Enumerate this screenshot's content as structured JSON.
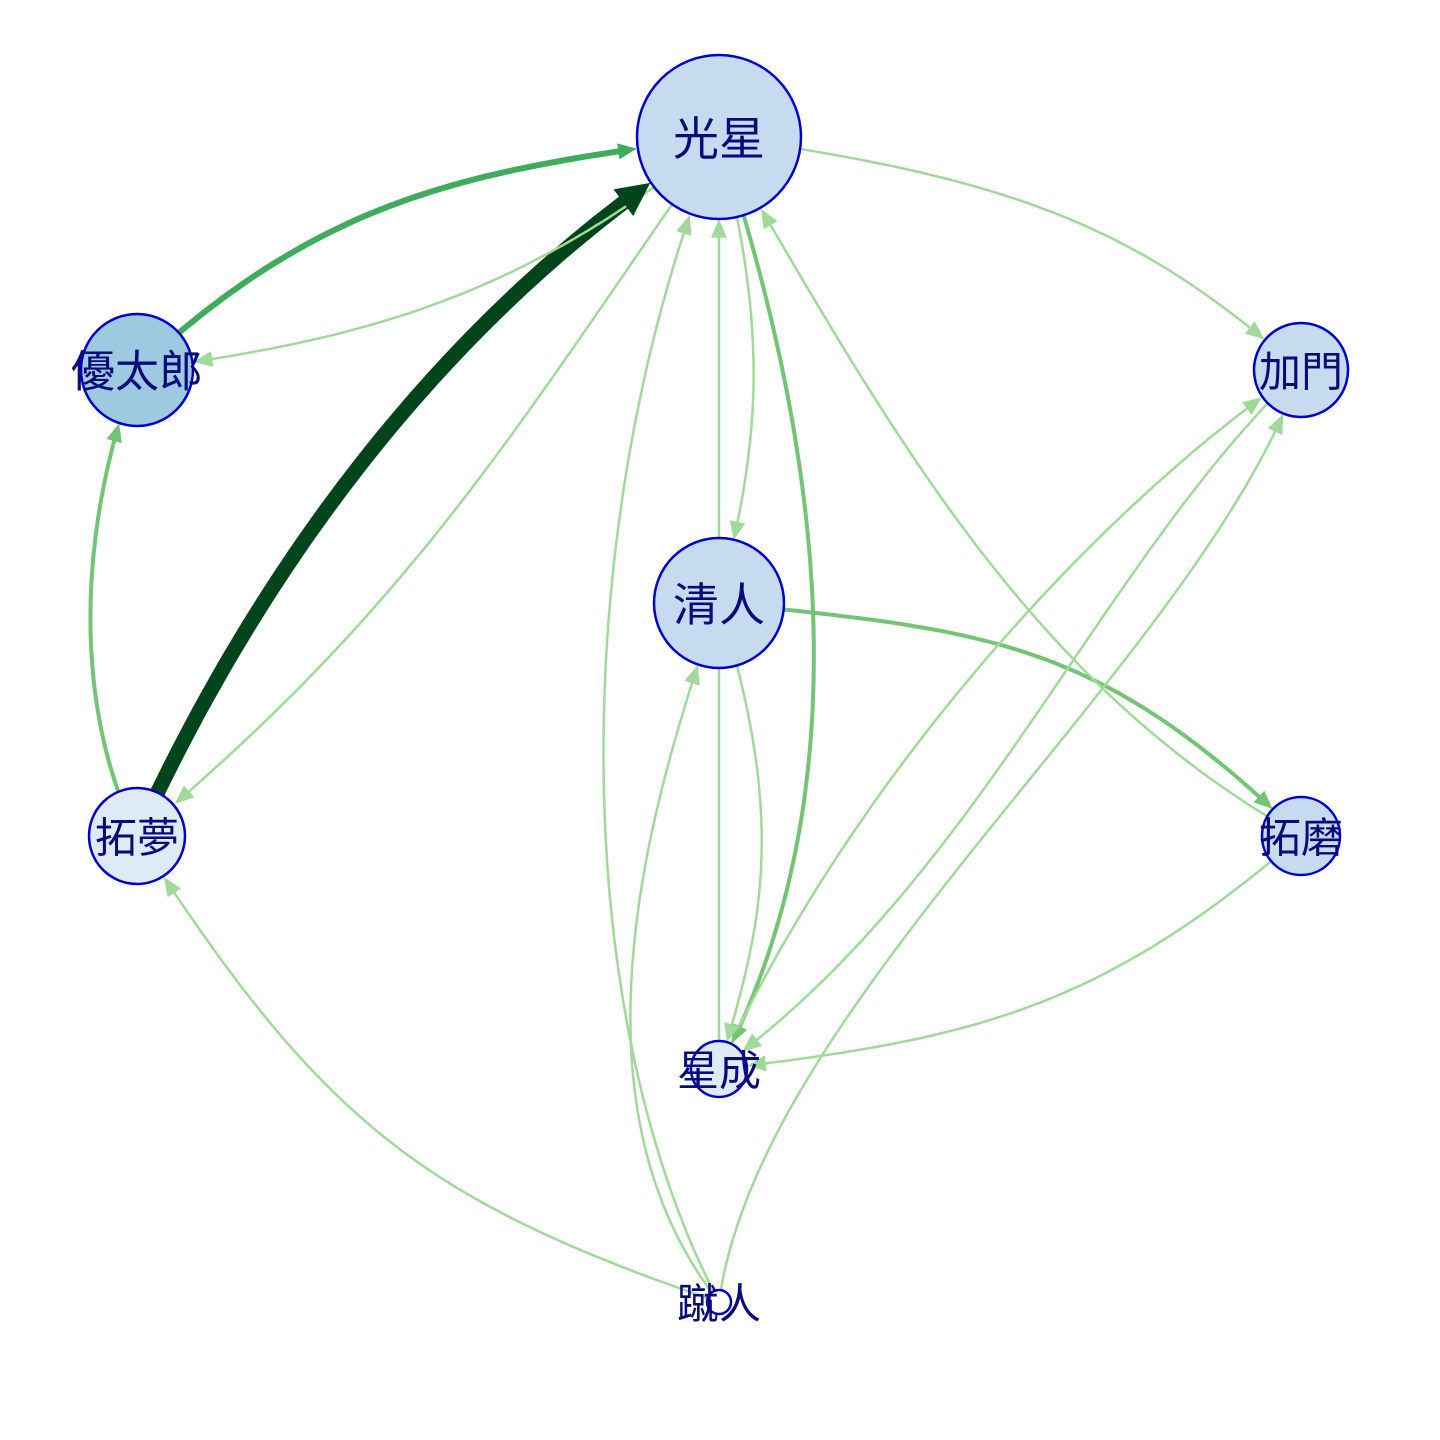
{
  "graph": {
    "directed": true,
    "colors": {
      "node_stroke": "#0000cc",
      "label": "#0a0a78",
      "edge_light": "#a1d99b",
      "edge_mid": "#74c476",
      "edge_strong": "#41ab5d",
      "edge_max": "#00441b"
    },
    "nodes": [
      {
        "id": "koshin",
        "label": "光星",
        "fill": "#c6dbef"
      },
      {
        "id": "yutaro",
        "label": "優太郎",
        "fill": "#9ecae1"
      },
      {
        "id": "kado",
        "label": "加門",
        "fill": "#c6dbef"
      },
      {
        "id": "kiyoto",
        "label": "清人",
        "fill": "#c6dbef"
      },
      {
        "id": "takumu",
        "label": "拓夢",
        "fill": "#deebf7"
      },
      {
        "id": "takuma",
        "label": "拓磨",
        "fill": "#c6dbef"
      },
      {
        "id": "seisei",
        "label": "星成",
        "fill": "#deebf7"
      },
      {
        "id": "shuto",
        "label": "蹴人",
        "fill": "#ffffff"
      }
    ],
    "edges": [
      {
        "from": "takumu",
        "to": "koshin",
        "weight": 10
      },
      {
        "from": "yutaro",
        "to": "koshin",
        "weight": 3
      },
      {
        "from": "koshin",
        "to": "yutaro",
        "weight": 1
      },
      {
        "from": "takumu",
        "to": "yutaro",
        "weight": 2
      },
      {
        "from": "koshin",
        "to": "takumu",
        "weight": 1
      },
      {
        "from": "koshin",
        "to": "kado",
        "weight": 1
      },
      {
        "from": "koshin",
        "to": "kiyoto",
        "weight": 1
      },
      {
        "from": "koshin",
        "to": "seisei",
        "weight": 2
      },
      {
        "from": "kiyoto",
        "to": "takuma",
        "weight": 2
      },
      {
        "from": "kiyoto",
        "to": "seisei",
        "weight": 1
      },
      {
        "from": "takuma",
        "to": "koshin",
        "weight": 1
      },
      {
        "from": "takuma",
        "to": "seisei",
        "weight": 1
      },
      {
        "from": "kado",
        "to": "seisei",
        "weight": 1
      },
      {
        "from": "seisei",
        "to": "kado",
        "weight": 1
      },
      {
        "from": "shuto",
        "to": "koshin",
        "weight": 1
      },
      {
        "from": "shuto",
        "to": "takumu",
        "weight": 1
      },
      {
        "from": "shuto",
        "to": "kiyoto",
        "weight": 1
      },
      {
        "from": "shuto",
        "to": "kado",
        "weight": 1
      },
      {
        "from": "seisei",
        "to": "koshin",
        "weight": 1
      }
    ]
  }
}
